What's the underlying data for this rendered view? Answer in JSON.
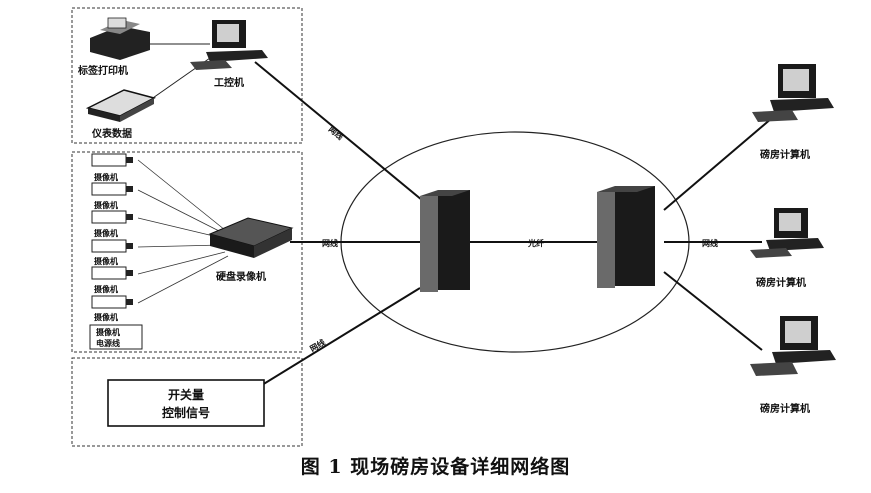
{
  "caption": "图 1 现场磅房设备详细网络图",
  "left_group_top": {
    "label_printer": "标签打印机",
    "industrial_pc": "工控机",
    "instrument_data": "仪表数据"
  },
  "left_group_mid": {
    "cameras": [
      "摄像机",
      "摄像机",
      "摄像机",
      "摄像机",
      "摄像机",
      "摄像机"
    ],
    "dvr": "硬盘录像机",
    "camera_power": "摄像机\n电源线"
  },
  "left_group_bottom": {
    "switch_signal_line1": "开关量",
    "switch_signal_line2": "控制信号"
  },
  "links": {
    "network_top": "网线",
    "network_mid": "网线",
    "network_bottom": "网线",
    "fiber": "光纤",
    "network_right": "网线"
  },
  "right_group": {
    "computers": [
      "磅房计算机",
      "磅房计算机",
      "磅房计算机"
    ]
  },
  "colors": {
    "line": "#111111",
    "server_dark": "#1a1a1a",
    "server_light": "#6a6a6a"
  }
}
